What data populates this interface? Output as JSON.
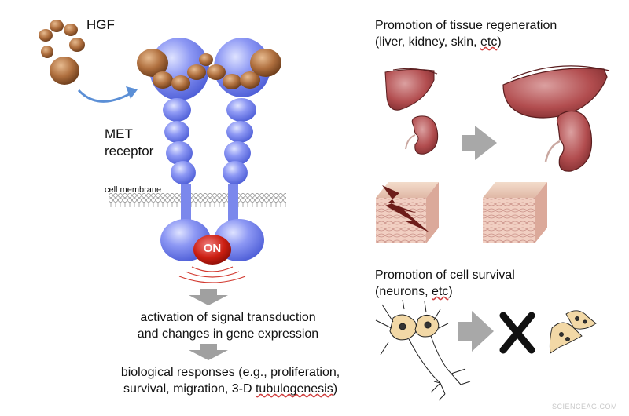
{
  "left": {
    "hgf_label": "HGF",
    "met_label_1": "MET",
    "met_label_2": "receptor",
    "membrane_label": "cell membrane",
    "on_label": "ON",
    "activation_line_1": "activation of signal transduction",
    "activation_line_2": "and changes in gene expression",
    "responses_line_1": "biological responses (e.g., proliferation,",
    "responses_line_2_prefix": "survival, migration, 3-D ",
    "responses_line_2_word": "tubulogenesis",
    "responses_line_2_suffix": ")"
  },
  "right": {
    "regen_title": "Promotion of tissue regeneration",
    "regen_sub_prefix": "(liver, kidney, skin, ",
    "regen_sub_word": "etc",
    "regen_sub_suffix": ")",
    "survival_title": "Promotion of cell survival",
    "survival_sub_prefix": "(neurons, ",
    "survival_sub_word": "etc",
    "survival_sub_suffix": ")"
  },
  "watermark": "SCIENCEAG.COM",
  "colors": {
    "receptor": "#6f7ff0",
    "hgf": "#b0703f",
    "on_badge": "#cc1f12",
    "organ": "#b24d4f",
    "arrow_gray": "#9a9a9a"
  }
}
